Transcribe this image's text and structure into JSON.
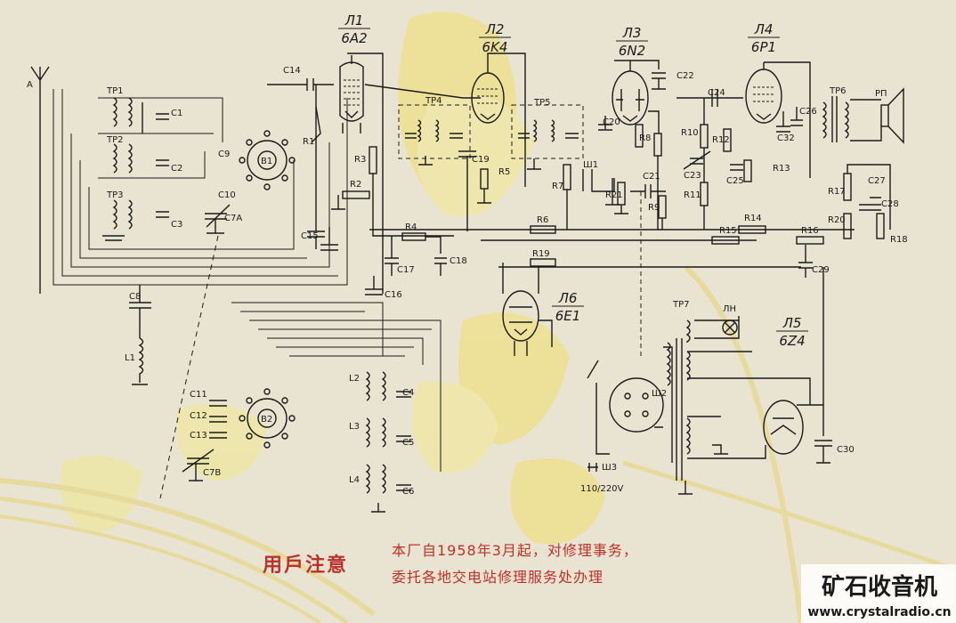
{
  "schematic": {
    "antenna": "A",
    "ground_symbol": "⏚",
    "tubes": [
      {
        "id": "tube-l1",
        "name": "Л1",
        "type": "6A2"
      },
      {
        "id": "tube-l2",
        "name": "Л2",
        "type": "6K4"
      },
      {
        "id": "tube-l3",
        "name": "Л3",
        "type": "6N2"
      },
      {
        "id": "tube-l4",
        "name": "Л4",
        "type": "6P1"
      },
      {
        "id": "tube-l5",
        "name": "Л5",
        "type": "6Z4"
      },
      {
        "id": "tube-l6",
        "name": "Л6",
        "type": "6E1"
      }
    ],
    "transformers": [
      "TP1",
      "TP2",
      "TP3",
      "TP4",
      "TP5",
      "TP6",
      "TP7"
    ],
    "capacitors": [
      "C1",
      "C2",
      "C3",
      "C4",
      "C5",
      "C6",
      "C7A",
      "C7B",
      "C8",
      "C9",
      "C10",
      "C11",
      "C12",
      "C13",
      "C14",
      "C15",
      "C16",
      "C17",
      "C18",
      "C19",
      "C20",
      "C21",
      "C22",
      "C23",
      "C24",
      "C25",
      "C26",
      "C27",
      "C28",
      "C29",
      "C30",
      "C32"
    ],
    "resistors": [
      "R1",
      "R2",
      "R3",
      "R4",
      "R5",
      "R6",
      "R7",
      "R8",
      "R9",
      "R10",
      "R11",
      "R12",
      "R13",
      "R14",
      "R15",
      "R16",
      "R17",
      "R18",
      "R19",
      "R20",
      "R21"
    ],
    "coils": [
      "L1",
      "L2",
      "L3",
      "L4"
    ],
    "switches": [
      "B1",
      "B2"
    ],
    "other": {
      "speaker": "PП",
      "pilot_lamp": "ЛН",
      "socket_1": "Ш1",
      "socket_2": "Ш2",
      "plug": "Ш3",
      "mains": "110/220V"
    }
  },
  "notice": {
    "title": "用戶注意",
    "line1": "本厂自1958年3月起，对修理事务，",
    "line2": "委托各地交电站修理服务处办理"
  },
  "watermark": {
    "title": "矿石收音机",
    "url": "www.crystalradio.cn"
  },
  "colors": {
    "paper": "#e9e4d2",
    "ink": "#1a1a1a",
    "notice_red": "#c0302a",
    "flower_yellow": "#efe088",
    "watermark_bg": "#ffffff"
  }
}
